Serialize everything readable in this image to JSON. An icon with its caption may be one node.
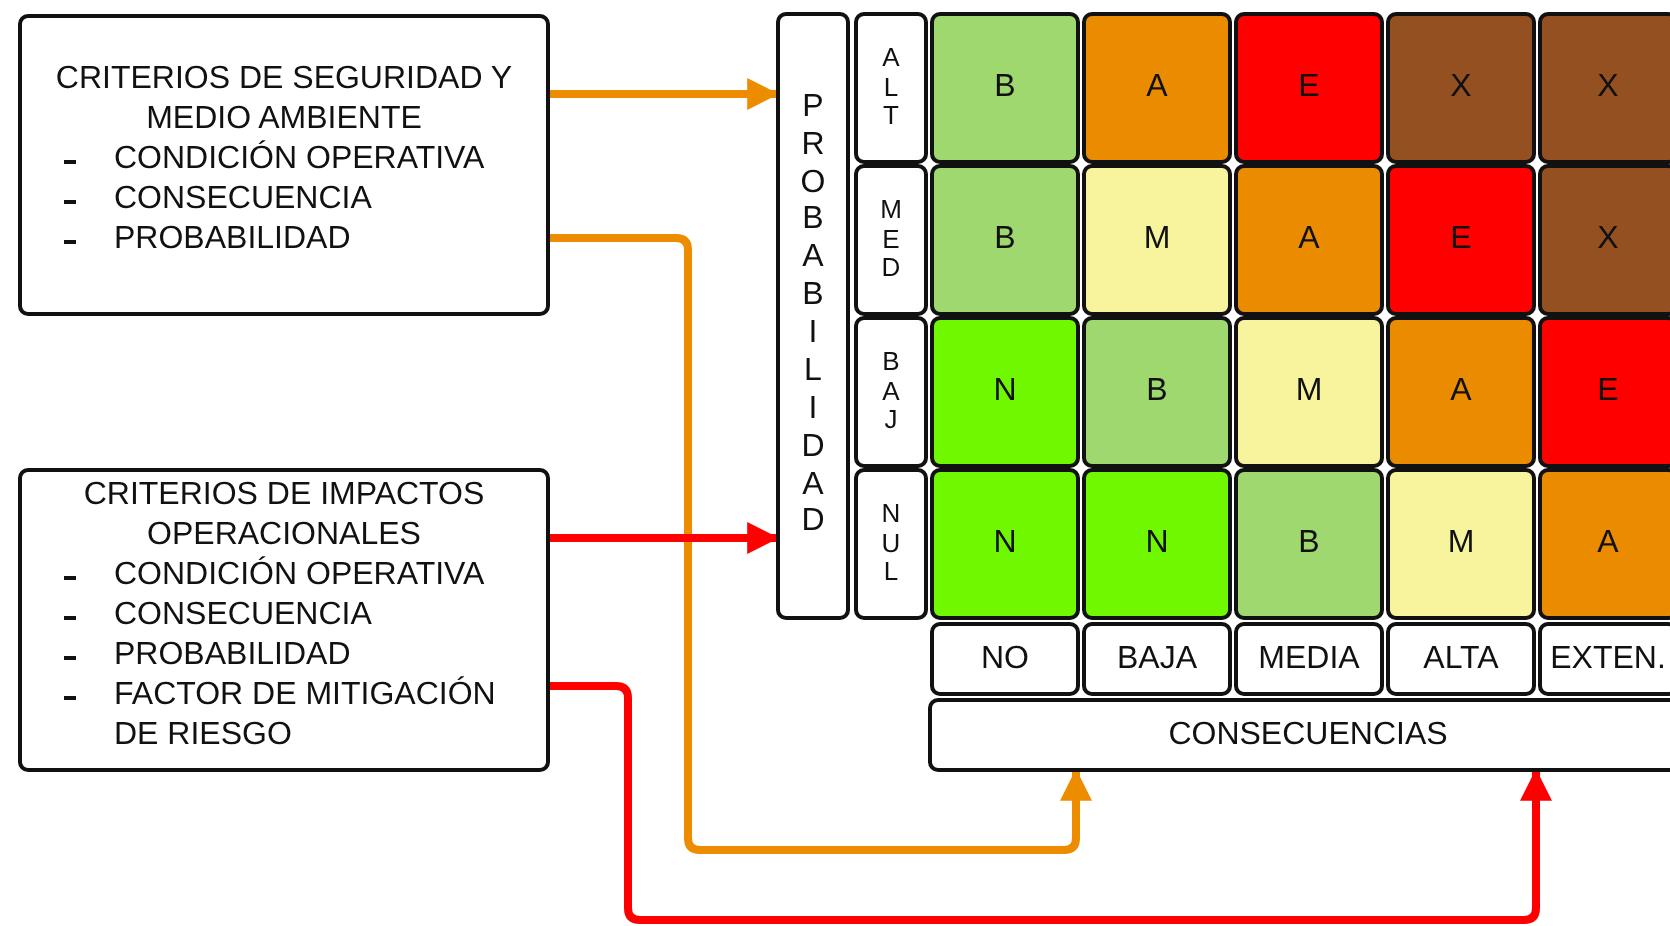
{
  "diagram": {
    "nodes": [
      {
        "text": [
          "CRITERIOS DE SEGURIDAD Y MEDIO AMBIENTE",
          "CONDICIÓN OPERATIVA",
          "CONSECUENCIA",
          "PROBABILIDAD"
        ]
      },
      {
        "text": [
          "CRITERIOS DE IMPACTOS OPERACIONALES",
          "CONDICIÓN OPERATIVA",
          "CONSECUENCIA",
          "PROBABILIDAD",
          "FACTOR DE MITIGACIÓN DE RIESGO"
        ]
      },
      {
        "text": [
          "PROBABILIDAD"
        ]
      },
      {
        "text": [
          "ALT"
        ]
      },
      {
        "text": [
          "MED"
        ]
      },
      {
        "text": [
          "BAJ"
        ]
      },
      {
        "text": [
          "NUL"
        ]
      },
      {
        "text": [
          "B"
        ]
      },
      {
        "text": [
          "A"
        ]
      },
      {
        "text": [
          "E"
        ]
      },
      {
        "text": [
          "X"
        ]
      },
      {
        "text": [
          "X"
        ]
      },
      {
        "text": [
          "B"
        ]
      },
      {
        "text": [
          "M"
        ]
      },
      {
        "text": [
          "A"
        ]
      },
      {
        "text": [
          "E"
        ]
      },
      {
        "text": [
          "X"
        ]
      },
      {
        "text": [
          "N"
        ]
      },
      {
        "text": [
          "B"
        ]
      },
      {
        "text": [
          "M"
        ]
      },
      {
        "text": [
          "A"
        ]
      },
      {
        "text": [
          "E"
        ]
      },
      {
        "text": [
          "N"
        ]
      },
      {
        "text": [
          "N"
        ]
      },
      {
        "text": [
          "B"
        ]
      },
      {
        "text": [
          "M"
        ]
      },
      {
        "text": [
          "A"
        ]
      },
      {
        "text": [
          "NO"
        ]
      },
      {
        "text": [
          "BAJA"
        ]
      },
      {
        "text": [
          "MEDIA"
        ]
      },
      {
        "text": [
          "ALTA"
        ]
      },
      {
        "text": [
          "EXTEN."
        ]
      },
      {
        "text": [
          "CONSECUENCIAS"
        ]
      }
    ],
    "edges": [
      {
        "from": 0,
        "to": 2,
        "arrow": "to",
        "color": "#ee8c00"
      },
      {
        "from": 0,
        "to": 32,
        "arrow": "to",
        "color": "#ee8c00"
      },
      {
        "from": 1,
        "to": 2,
        "arrow": "to",
        "color": "#ff0000"
      },
      {
        "from": 1,
        "to": 32,
        "arrow": "to",
        "color": "#ff0000"
      }
    ]
  }
}
